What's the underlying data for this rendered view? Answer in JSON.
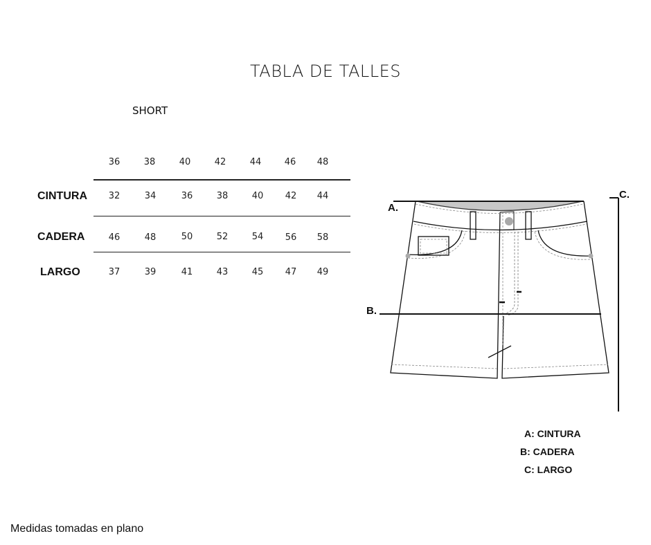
{
  "title": "TABLA DE TALLES",
  "subtitle": "SHORT",
  "table": {
    "sizes": [
      "36",
      "38",
      "40",
      "42",
      "44",
      "46",
      "48"
    ],
    "rows": [
      {
        "label": "CINTURA",
        "values": [
          "32",
          "34",
          "36",
          "38",
          "40",
          "42",
          "44"
        ]
      },
      {
        "label": "CADERA",
        "values": [
          "46",
          "48",
          "50",
          "52",
          "54",
          "56",
          "58"
        ]
      },
      {
        "label": "LARGO",
        "values": [
          "37",
          "39",
          "41",
          "43",
          "45",
          "47",
          "49"
        ]
      }
    ]
  },
  "diagram": {
    "marker_a": "A.",
    "marker_b": "B.",
    "marker_c": "C."
  },
  "legend": [
    "A: CINTURA",
    "B: CADERA",
    "C: LARGO"
  ],
  "footer": "Medidas tomadas en plano"
}
